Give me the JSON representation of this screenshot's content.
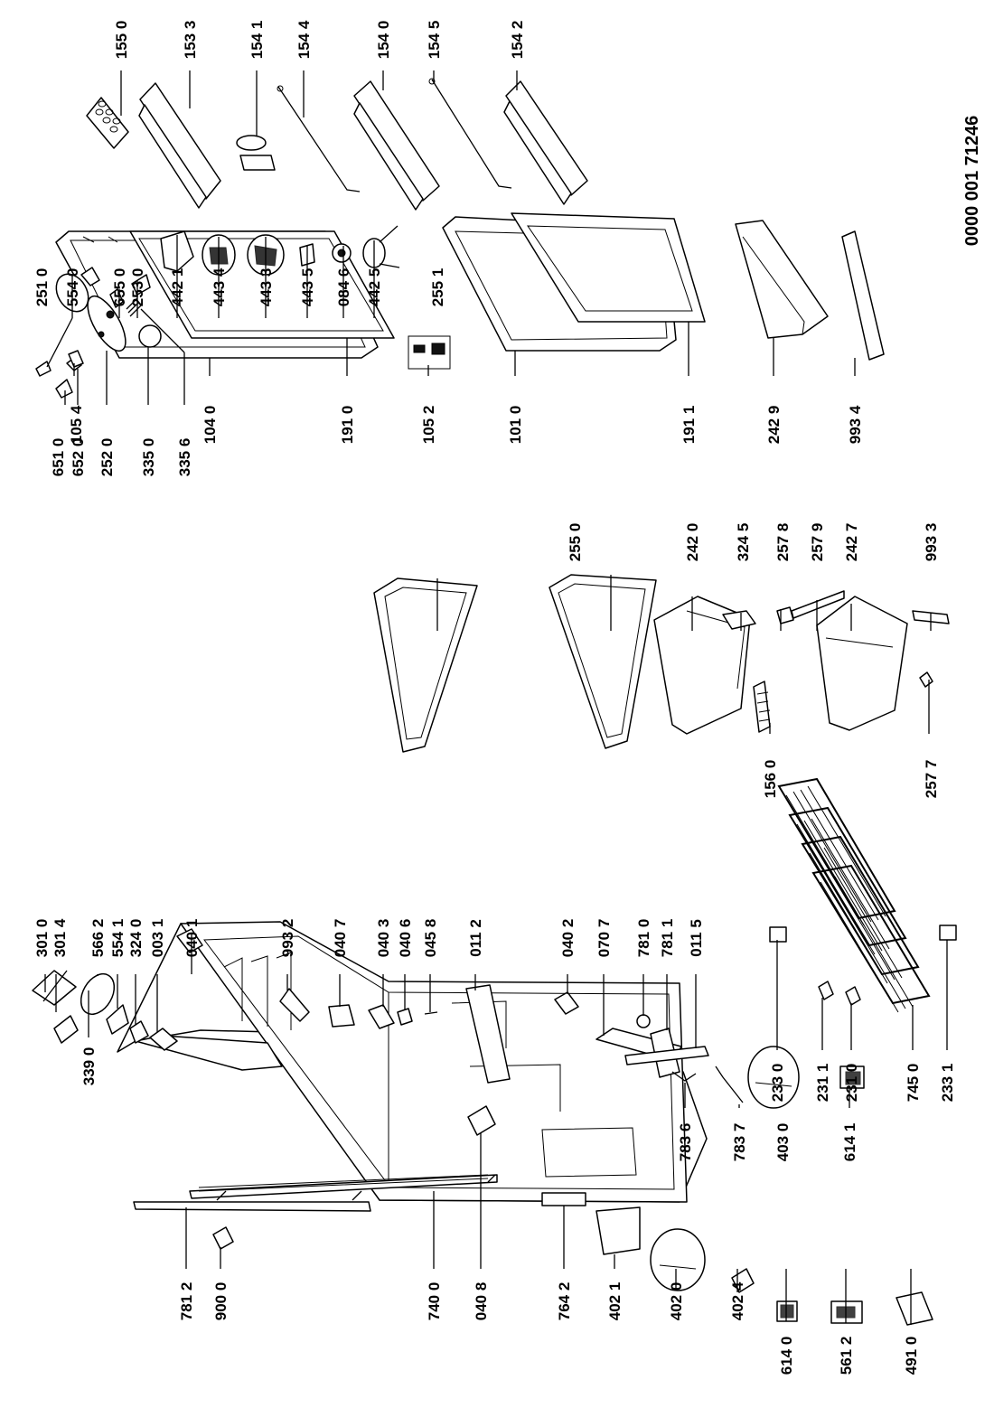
{
  "document_code": "0000 001 71246",
  "labels": [
    "155 0",
    "153 3",
    "154 1",
    "154 4",
    "154 0",
    "154 5",
    "154 2",
    "105 4",
    "104 0",
    "191 0",
    "105 2",
    "101 0",
    "191 1",
    "242 9",
    "993 4",
    "651 0",
    "652 0",
    "252 0",
    "335 0",
    "335 6",
    "251 0",
    "554 0",
    "655 0",
    "253 0",
    "442 1",
    "443 4",
    "443 3",
    "443 5",
    "084 6",
    "442 5",
    "255 1",
    "255 0",
    "242 0",
    "324 5",
    "257 8",
    "257 9",
    "242 7",
    "993 3",
    "156 0",
    "257 7",
    "339 0",
    "301 0",
    "301 4",
    "566 2",
    "554 1",
    "324 0",
    "003 1",
    "040 1",
    "993 2",
    "040 7",
    "040 3",
    "040 6",
    "045 8",
    "011 2",
    "040 2",
    "070 7",
    "781 0",
    "781 1",
    "011 5",
    "233 0",
    "231 1",
    "231 0",
    "745 0",
    "233 1",
    "781 2",
    "900 0",
    "740 0",
    "040 8",
    "764 2",
    "402 1",
    "402 0",
    "402 4",
    "614 0",
    "561 2",
    "491 0",
    "783 6",
    "783 7",
    "403 0",
    "614 1"
  ]
}
